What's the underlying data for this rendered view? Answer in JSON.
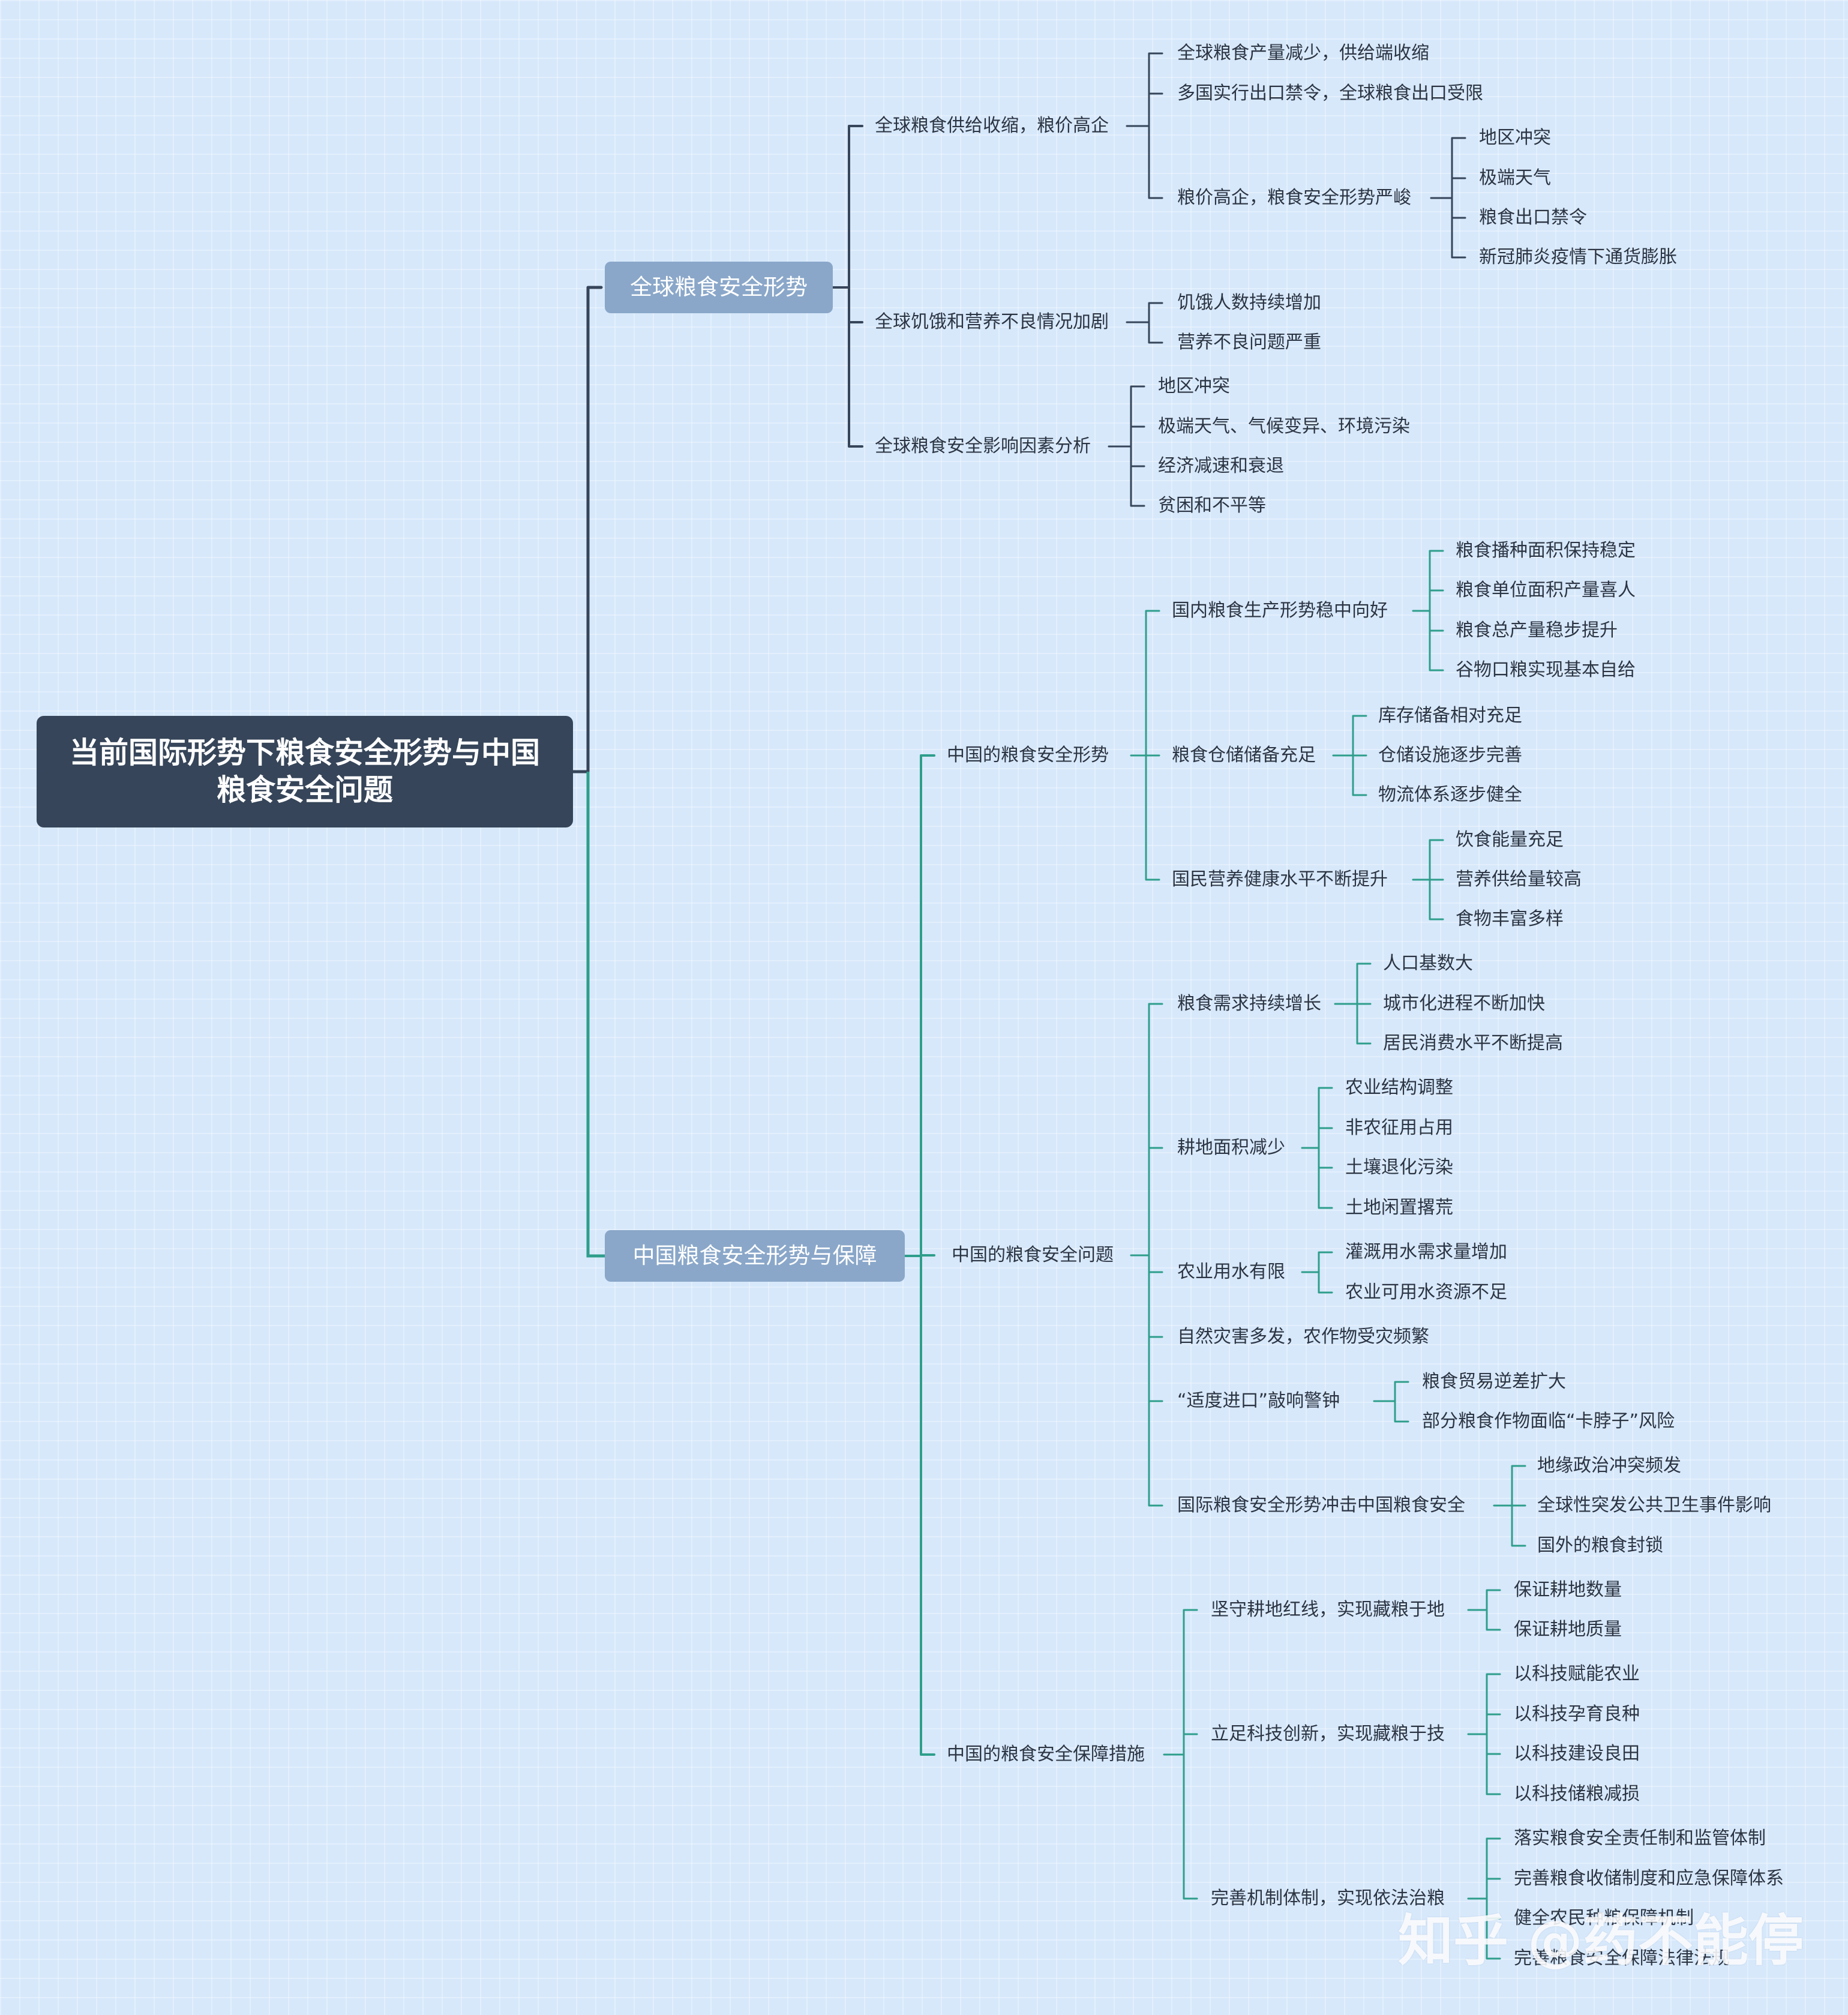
{
  "root": {
    "title": "当前国际形势下粮食安全形势与中国粮食安全问题"
  },
  "global": {
    "title": "全球粮食安全形势",
    "supply": {
      "title": "全球粮食供给收缩，粮价高企",
      "items": [
        "全球粮食产量减少，供给端收缩",
        "多国实行出口禁令，全球粮食出口受限"
      ],
      "price": {
        "title": "粮价高企，粮食安全形势严峻",
        "items": [
          "地区冲突",
          "极端天气",
          "粮食出口禁令",
          "新冠肺炎疫情下通货膨胀"
        ]
      }
    },
    "hunger": {
      "title": "全球饥饿和营养不良情况加剧",
      "items": [
        "饥饿人数持续增加",
        "营养不良问题严重"
      ]
    },
    "factors": {
      "title": "全球粮食安全影响因素分析",
      "items": [
        "地区冲突",
        "极端天气、气候变异、环境污染",
        "经济减速和衰退",
        "贫困和不平等"
      ]
    }
  },
  "china": {
    "title": "中国粮食安全形势与保障",
    "situation": {
      "title": "中国的粮食安全形势",
      "production": {
        "title": "国内粮食生产形势稳中向好",
        "items": [
          "粮食播种面积保持稳定",
          "粮食单位面积产量喜人",
          "粮食总产量稳步提升",
          "谷物口粮实现基本自给"
        ]
      },
      "storage": {
        "title": "粮食仓储储备充足",
        "items": [
          "库存储备相对充足",
          "仓储设施逐步完善",
          "物流体系逐步健全"
        ]
      },
      "nutrition": {
        "title": "国民营养健康水平不断提升",
        "items": [
          "饮食能量充足",
          "营养供给量较高",
          "食物丰富多样"
        ]
      }
    },
    "problems": {
      "title": "中国的粮食安全问题",
      "demand": {
        "title": "粮食需求持续增长",
        "items": [
          "人口基数大",
          "城市化进程不断加快",
          "居民消费水平不断提高"
        ]
      },
      "land": {
        "title": "耕地面积减少",
        "items": [
          "农业结构调整",
          "非农征用占用",
          "土壤退化污染",
          "土地闲置撂荒"
        ]
      },
      "water": {
        "title": "农业用水有限",
        "items": [
          "灌溉用水需求量增加",
          "农业可用水资源不足"
        ]
      },
      "disaster": {
        "title": "自然灾害多发，农作物受灾频繁"
      },
      "imports": {
        "title": "“适度进口”敲响警钟",
        "items": [
          "粮食贸易逆差扩大",
          "部分粮食作物面临“卡脖子”风险"
        ]
      },
      "intl": {
        "title": "国际粮食安全形势冲击中国粮食安全",
        "items": [
          "地缘政治冲突频发",
          "全球性突发公共卫生事件影响",
          "国外的粮食封锁"
        ]
      }
    },
    "measures": {
      "title": "中国的粮食安全保障措施",
      "farmland": {
        "title": "坚守耕地红线，实现藏粮于地",
        "items": [
          "保证耕地数量",
          "保证耕地质量"
        ]
      },
      "tech": {
        "title": "立足科技创新，实现藏粮于技",
        "items": [
          "以科技赋能农业",
          "以科技孕育良种",
          "以科技建设良田",
          "以科技储粮减损"
        ]
      },
      "law": {
        "title": "完善机制体制，实现依法治粮",
        "items": [
          "落实粮食安全责任制和监管体制",
          "完善粮食收储制度和应急保障体系",
          "健全农民种粮保障机制",
          "完善粮食安全保障法律法规"
        ]
      }
    }
  },
  "watermark": "知乎 @药不能停",
  "colors": {
    "background": "#d7e8fb",
    "root": "#364559",
    "level1": "#8aa7c9",
    "link_global": "#364559",
    "link_china": "#2e9e8b",
    "text": "#2b3442"
  }
}
